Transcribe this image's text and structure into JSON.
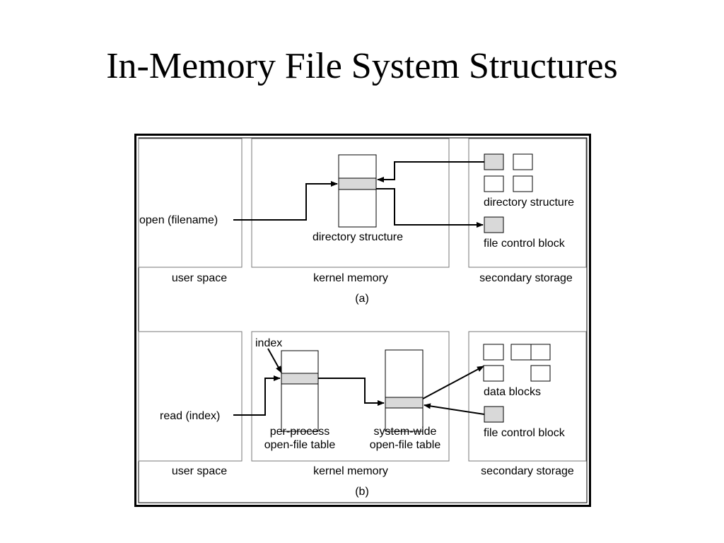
{
  "slide": {
    "title": "In-Memory File System Structures"
  },
  "colors": {
    "line": "#000000",
    "region_border": "#777777",
    "highlight": "#d9d9d9",
    "background": "#ffffff"
  },
  "diagram_a": {
    "caption": "(a)",
    "regions": {
      "user_space": "user space",
      "kernel_memory": "kernel memory",
      "secondary_storage": "secondary storage"
    },
    "call_label": "open (filename)",
    "kernel_table_label": "directory structure",
    "storage_directory_label": "directory structure",
    "storage_fcb_label": "file control block"
  },
  "diagram_b": {
    "caption": "(b)",
    "regions": {
      "user_space": "user space",
      "kernel_memory": "kernel memory",
      "secondary_storage": "secondary storage"
    },
    "call_label": "read (index)",
    "index_label": "index",
    "per_process_table": {
      "line1": "per-process",
      "line2": "open-file table"
    },
    "system_wide_table": {
      "line1": "system-wide",
      "line2": "open-file table"
    },
    "data_blocks_label": "data blocks",
    "storage_fcb_label": "file control block"
  }
}
